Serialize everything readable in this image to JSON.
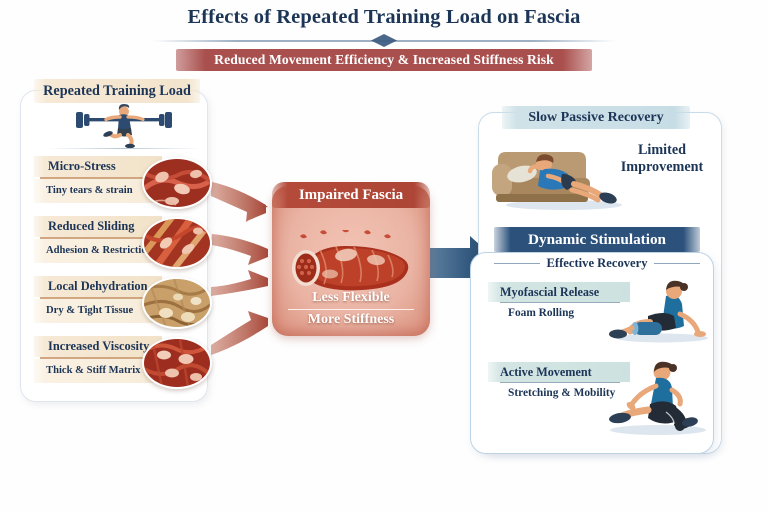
{
  "title": {
    "main_part1": "Effects of Repeated Training Load ",
    "main_part2": "on",
    "main_part3": " Fascia",
    "full": "Effects of Repeated Training Load on Fascia",
    "subtitle": "Reduced Movement Efficiency & Increased Stiffness Risk"
  },
  "colors": {
    "title_navy": "#1c3557",
    "subtitle_band_rust": "#a9504e",
    "cream_band": "#f6e9d5",
    "cream_rule": "#c08a57",
    "light_blue_band": "#cfe2e8",
    "navy_band": "#2c527c",
    "rust_band": "#b44a3a",
    "center_fascia_pink": "#eab4a4",
    "left_arrow_rust": "#b4564a",
    "right_arrow_navy": "#2d4f73",
    "panel_border_left": "#dfe6ee",
    "panel_border_right": "#c9dbe9",
    "background": "#fefefe"
  },
  "left_panel": {
    "header": "Repeated Training Load",
    "icon": "runner-with-barbell-icon",
    "causes": [
      {
        "title": "Micro-Stress",
        "subtitle": "Tiny tears & strain",
        "image": "fascia-microtear-tissue-image"
      },
      {
        "title": "Reduced Sliding",
        "subtitle": "Adhesion & Restriction",
        "image": "fascia-adhesion-tissue-image"
      },
      {
        "title": "Local Dehydration",
        "subtitle": "Dry & Tight Tissue",
        "image": "dry-fascia-tissue-image"
      },
      {
        "title": "Increased Viscosity",
        "subtitle": "Thick & Stiff Matrix",
        "image": "thick-matrix-tissue-image"
      }
    ]
  },
  "center": {
    "header": "Impaired Fascia",
    "image": "fascia-wrapped-muscle-image",
    "line1": "Less Flexible",
    "line2": "More Stiffness"
  },
  "right_panel": {
    "passive": {
      "header": "Slow Passive Recovery",
      "image": "person-lying-on-couch-image",
      "note_line1": "Limited",
      "note_line2": "Improvement"
    },
    "dynamic": {
      "header": "Dynamic Stimulation",
      "subheader": "Effective Recovery",
      "items": [
        {
          "title": "Myofascial Release",
          "subtitle": "Foam Rolling",
          "image": "woman-foam-rolling-image"
        },
        {
          "title": "Active Movement",
          "subtitle": "Stretching & Mobility",
          "image": "woman-stretching-image"
        }
      ]
    }
  },
  "arrows": {
    "cause_to_center_count": 4,
    "cause_to_center_color": "#b4564a",
    "center_to_right_color": "#2d4f73"
  }
}
